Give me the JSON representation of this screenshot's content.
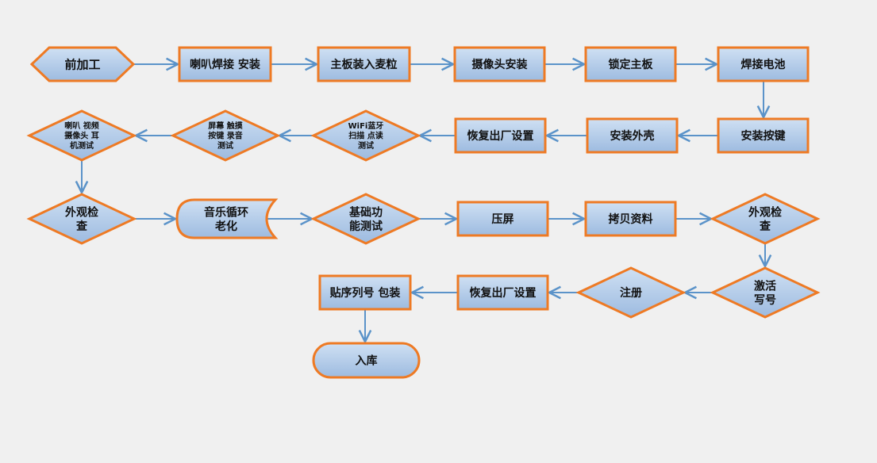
{
  "colors": {
    "fill_top": "#cfe0f3",
    "fill_bottom": "#9dbbe0",
    "stroke": "#ee7a24",
    "arrow": "#5b93c9",
    "background": "#f0f0f0"
  },
  "nodes": [
    {
      "id": "n1",
      "label": "前加工"
    },
    {
      "id": "n2",
      "label": "喇叭焊接 安装"
    },
    {
      "id": "n3",
      "label": "主板装入麦粒"
    },
    {
      "id": "n4",
      "label": "摄像头安装"
    },
    {
      "id": "n5",
      "label": "锁定主板"
    },
    {
      "id": "n6",
      "label": "焊接电池"
    },
    {
      "id": "n7",
      "label": "安装按键"
    },
    {
      "id": "n8",
      "label": "安装外壳"
    },
    {
      "id": "n9",
      "label": "恢复出厂设置"
    },
    {
      "id": "n10",
      "label": "WiFi蓝牙\n扫描 点读\n测试"
    },
    {
      "id": "n11",
      "label": "屏幕 触摸\n按键 录音\n测试"
    },
    {
      "id": "n12",
      "label": "喇叭 视频\n摄像头 耳\n机测试"
    },
    {
      "id": "n13",
      "label": "外观检\n查"
    },
    {
      "id": "n14",
      "label": "音乐循环\n老化"
    },
    {
      "id": "n15",
      "label": "基础功\n能测试"
    },
    {
      "id": "n16",
      "label": "压屏"
    },
    {
      "id": "n17",
      "label": "拷贝资料"
    },
    {
      "id": "n18",
      "label": "外观检\n查"
    },
    {
      "id": "n19",
      "label": "激活\n写号"
    },
    {
      "id": "n20",
      "label": "注册"
    },
    {
      "id": "n21",
      "label": "恢复出厂设置"
    },
    {
      "id": "n22",
      "label": "贴序列号 包装"
    },
    {
      "id": "n23",
      "label": "入库"
    }
  ]
}
